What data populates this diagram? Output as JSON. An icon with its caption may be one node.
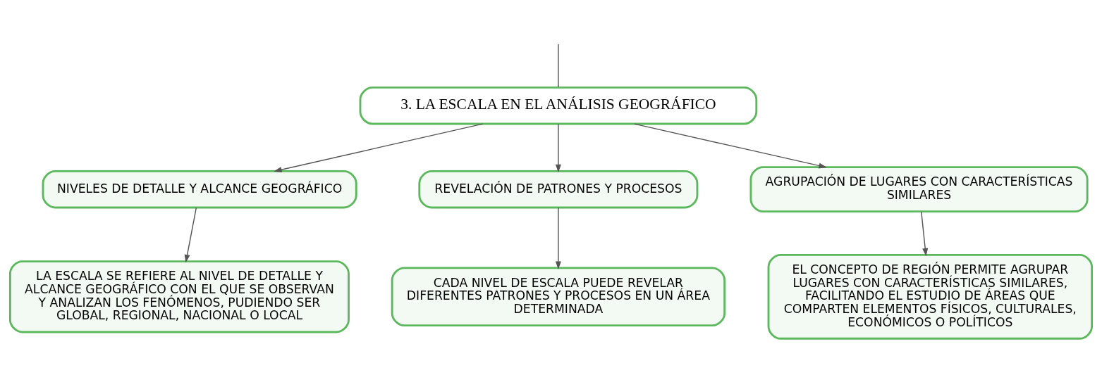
{
  "diagram": {
    "nodes": [
      {
        "text": [
          "3. LA ESCALA EN EL ANÁLISIS GEOGRÁFICO"
        ]
      },
      {
        "text": [
          "NIVELES DE DETALLE Y ALCANCE GEOGRÁFICO"
        ]
      },
      {
        "text": [
          "REVELACIÓN DE PATRONES Y PROCESOS"
        ]
      },
      {
        "text": [
          "AGRUPACIÓN DE LUGARES CON CARACTERÍSTICAS SIMILARES"
        ]
      },
      {
        "text": [
          "LA ESCALA SE REFIERE AL NIVEL DE DETALLE Y ALCANCE GEOGRÁFICO CON EL QUE SE OBSERVAN Y ANALIZAN LOS FENÓMENOS, PUDIENDO SER GLOBAL, REGIONAL, NACIONAL O LOCAL"
        ]
      },
      {
        "text": [
          "CADA NIVEL DE ESCALA PUEDE REVELAR DIFERENTES PATRONES Y PROCESOS EN UN ÁREA DETERMINADA"
        ]
      },
      {
        "text": [
          "EL CONCEPTO DE REGIÓN PERMITE AGRUPAR LUGARES CON CARACTERÍSTICAS SIMILARES, FACILITANDO EL ESTUDIO DE ÁREAS QUE COMPARTEN ELEMENTOS FÍSICOS, CULTURALES, ECONÓMICOS O POLÍTICOS"
        ]
      }
    ],
    "edges": [
      {
        "from": null,
        "to": 0,
        "arrow": "none"
      },
      {
        "from": 0,
        "to": 1,
        "arrow": "to"
      },
      {
        "from": 0,
        "to": 2,
        "arrow": "to"
      },
      {
        "from": 0,
        "to": 3,
        "arrow": "to"
      },
      {
        "from": 1,
        "to": 4,
        "arrow": "to"
      },
      {
        "from": 2,
        "to": 5,
        "arrow": "to"
      },
      {
        "from": 3,
        "to": 6,
        "arrow": "to"
      }
    ]
  }
}
